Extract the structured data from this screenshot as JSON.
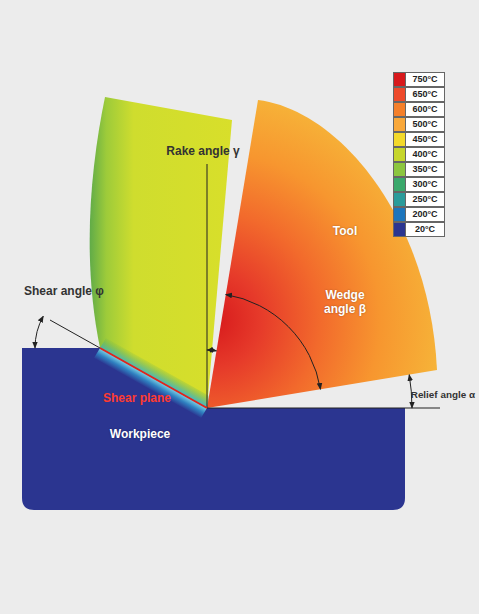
{
  "diagram": {
    "nodes": [
      {
        "text": [
          "Tool",
          "Wedge angle β"
        ]
      },
      {
        "text": [
          "Workpiece"
        ]
      }
    ],
    "labels": [
      "Rake angle γ",
      "Shear angle φ",
      "Shear plane",
      "Relief angle α"
    ],
    "legend": [
      {
        "text": "750°C",
        "color": "#d7191c"
      },
      {
        "text": "650°C",
        "color": "#ee4a2b"
      },
      {
        "text": "600°C",
        "color": "#f47f2a"
      },
      {
        "text": "500°C",
        "color": "#f9a83a"
      },
      {
        "text": "450°C",
        "color": "#f3d92a"
      },
      {
        "text": "400°C",
        "color": "#c6d62c"
      },
      {
        "text": "350°C",
        "color": "#8cc63f"
      },
      {
        "text": "300°C",
        "color": "#3aa86b"
      },
      {
        "text": "250°C",
        "color": "#2a9b9b"
      },
      {
        "text": "200°C",
        "color": "#1c75bc"
      },
      {
        "text": "20°C",
        "color": "#2b3590"
      }
    ]
  }
}
